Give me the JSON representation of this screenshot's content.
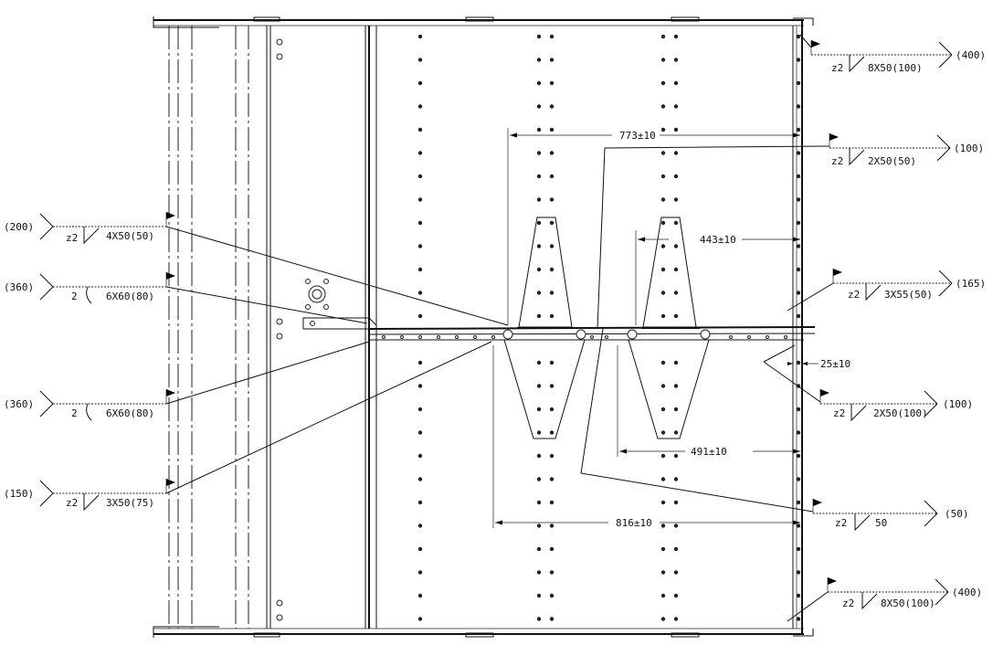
{
  "dimensions": [
    {
      "id": "dim-773",
      "label": "773±10"
    },
    {
      "id": "dim-443",
      "label": "443±10"
    },
    {
      "id": "dim-25",
      "label": "25±10"
    },
    {
      "id": "dim-491",
      "label": "491±10"
    },
    {
      "id": "dim-816",
      "label": "816±10"
    }
  ],
  "welds_right": [
    {
      "id": "weld-r1",
      "z": "z2",
      "spec": "8X50(100)",
      "length": "(400)"
    },
    {
      "id": "weld-r2",
      "z": "z2",
      "spec": "2X50(50)",
      "length": "(100)"
    },
    {
      "id": "weld-r3",
      "z": "z2",
      "spec": "3X55(50)",
      "length": "(165)"
    },
    {
      "id": "weld-r4",
      "z": "z2",
      "spec": "2X50(100)",
      "length": "(100)"
    },
    {
      "id": "weld-r5",
      "z": "z2",
      "spec": "50",
      "length": "(50)"
    },
    {
      "id": "weld-r6",
      "z": "z2",
      "spec": "8X50(100)",
      "length": "(400)"
    }
  ],
  "welds_left": [
    {
      "id": "weld-l1",
      "z": "z2",
      "spec": "4X50(50)",
      "length": "(200)"
    },
    {
      "id": "weld-l2",
      "z": "2",
      "spec": "6X60(80)",
      "length": "(360)"
    },
    {
      "id": "weld-l3",
      "z": "2",
      "spec": "6X60(80)",
      "length": "(360)"
    },
    {
      "id": "weld-l4",
      "z": "z2",
      "spec": "3X50(75)",
      "length": "(150)"
    }
  ]
}
